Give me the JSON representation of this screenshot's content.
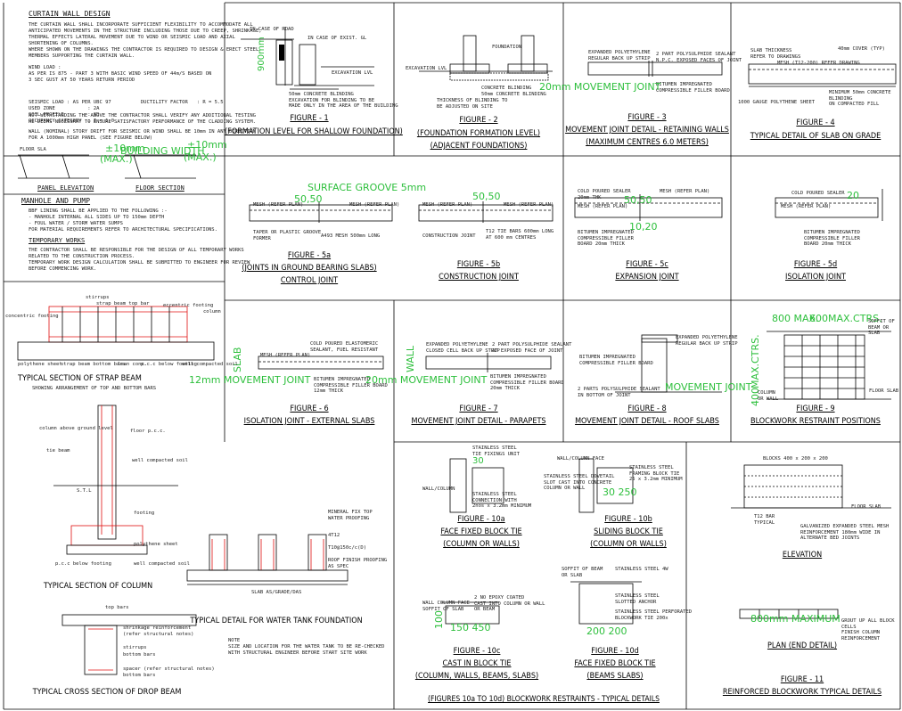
{
  "notes": {
    "heading": "CURTAIN WALL DESIGN",
    "p1": [
      "THE CURTAIN WALL SHALL INCORPORATE SUFFICIENT FLEXIBILITY TO ACCOMMODATE ALL",
      "ANTICIPATED MOVEMENTS IN THE STRUCTURE INCLUDING THOSE DUE TO CREEP, SHRINKAGE,",
      "THERMAL EFFECTS LATERAL MOVEMENT DUE TO WIND OR SEISMIC LOAD AND AXIAL",
      "SHORTENING OF COLUMNS.",
      "WHERE SHOWN ON THE DRAWINGS THE CONTRACTOR IS REQUIRED TO DESIGN & ERECT STEEL",
      "MEMBERS SUPPORTING THE CURTAIN WALL."
    ],
    "p2": [
      "WIND LOAD :",
      "AS PER IS 875 - PART 3 WITH BASIC WIND SPEED OF 44m/S BASED ON",
      "3 SEC GUST AT 50 YEARS RETURN PERIOD"
    ],
    "p3": [
      "SEISMIC LOAD : AS PER UBC 97          DUCTILITY FACTOR   : R = 5.5",
      "USED ZONE           : 2A",
      "SOIL PROFILE        : SD",
      "OCCUPANCY CATEGORY  : I = 1.0"
    ],
    "p4": [
      "NOT WITHSTANDING THE ABOVE THE CONTRACTOR SHALL VERIFY ANY ADDITIONAL TESTING",
      "HE DEEMS NECESSARY TO ENSURE SATISFACTORY PERFORMANCE OF THE CLADDING SYSTEM."
    ],
    "p5": [
      "WALL (NOMINAL) STORY DRIFT FOR SEISMIC OR WIND SHALL BE 10mm IN ANY DIRECTION",
      "FOR A 1000mm HIGH PANEL (SEE FIGURE BELOW)"
    ],
    "panel_elev": "PANEL ELEVATION",
    "floor_sec": "FLOOR SECTION",
    "floor_sla": "FLOOR SLA",
    "green1": "±10mm",
    "green2": "(MAX.)",
    "green3": "BUILDING WIDTH",
    "green4": "±10mm",
    "green5": "(MAX.)",
    "heading2": "MANHOLE AND PUMP",
    "p6": [
      "BBF LINING SHALL BE APPLIED TO THE FOLLOWING :-",
      "- MANHOLE INTERNAL ALL SIDES UP TO 150mm DEPTH",
      "- FOUL WATER / STORM WATER SUMPS",
      "FOR MATERIAL REQUIREMENTS REFER TO ARCHITECTURAL SPECIFICATIONS."
    ],
    "heading3": "TEMPORARY WORKS",
    "p7": [
      "THE CONTRACTOR SHALL BE RESPONSIBLE FOR THE DESIGN OF ALL TEMPORARY WORKS",
      "RELATED TO THE CONSTRUCTION PROCESS.",
      "TEMPORARY WORK DESIGN CALCULATION SHALL BE SUBMITTED TO ENGINEER FOR REVIEW",
      "BEFORE COMMENCING WORK."
    ]
  },
  "figures": {
    "f1": {
      "t1": "FIGURE - 1",
      "t2": "(FORMATION LEVEL FOR SHALLOW FOUNDATION)",
      "labels": [
        "IN CASE OF ROAD",
        "IN CASE OF EXIST. GL",
        "EXCAVATION LVL",
        "50mm CONCRETE BLINDING",
        "EXCAVATION FOR BLINDING TO BE",
        "MADE ONLY IN THE AREA OF THE BUILDING"
      ],
      "green": "900mm"
    },
    "f2": {
      "t1": "FIGURE - 2",
      "t2": "(FOUNDATION FORMATION LEVEL)",
      "t3": "(ADJACENT FOUNDATIONS)",
      "labels": [
        "EXCAVATION LVL",
        "FOUNDATION",
        "CONCRETE BLINDING",
        "50mm CONCRETE BLINDING",
        "THICKNESS OF BLINDING TO",
        "BE ADJUSTED ON SITE"
      ]
    },
    "f3": {
      "t1": "FIGURE - 3",
      "t2": "MOVEMENT JOINT DETAIL - RETAINING WALLS",
      "t3": "(MAXIMUM CENTRES 6.0 METERS)",
      "green": "20mm MOVEMENT JOINT",
      "labels": [
        "EXPANDED POLYETHYLENE",
        "REGULAR BACK UP STRIP",
        "2 PART POLYSULPHIDE SEALANT",
        "N.P.C. EXPOSED FACES OF JOINT",
        "BITUMEN IMPREGNATED",
        "COMPRESSIBLE FILLER BOARD"
      ]
    },
    "f4": {
      "t1": "FIGURE - 4",
      "t2": "TYPICAL DETAIL OF SLAB ON GRADE",
      "labels": [
        "SLAB THICKNESS",
        "REFER TO DRAWINGS",
        "40mm COVER (TYP)",
        "MESH (T12-200) REFER DRAWING",
        "1000 GAUGE POLYTHENE SHEET",
        "MINIMUM 50mm CONCRETE BLINDING",
        "ON COMPACTED FILL"
      ]
    },
    "f5a": {
      "t1": "FIGURE - 5a",
      "t2": "(JOINTS IN GROUND BEARING SLABS)",
      "t3": "CONTROL JOINT",
      "green1": "SURFACE GROOVE 5mm",
      "green2": "50,50",
      "labels": [
        "MESH (REFER PLAN)",
        "MESH (REFER PLAN)",
        "TAPER OR PLASTIC GROOVE",
        "FORMER",
        "A493 MESH 500mm LONG"
      ]
    },
    "f5b": {
      "t1": "FIGURE - 5b",
      "t2": "CONSTRUCTION JOINT",
      "green": "50,50",
      "labels": [
        "MESH (REFER PLAN)",
        "MESH (REFER PLAN)",
        "CONSTRUCTION JOINT",
        "T12 TIE BARS 600mm LONG",
        "AT 600 mm CENTRES"
      ]
    },
    "f5c": {
      "t1": "FIGURE - 5c",
      "t2": "EXPANSION JOINT",
      "green1": "50,50",
      "green2": "10,20",
      "labels": [
        "COLD POURED SEALER",
        "20mm THK",
        "MESH (REFER PLAN)",
        "MESH (REFER PLAN)",
        "BITUMEN IMPREGNATED",
        "COMPRESSIBLE FILLER",
        "BOARD 20mm THICK"
      ]
    },
    "f5d": {
      "t1": "FIGURE - 5d",
      "t2": "ISOLATION JOINT",
      "green": "20",
      "labels": [
        "COLD POURED SEALER",
        "MESH (REFER PLAN)",
        "BITUMEN IMPREGNATED",
        "COMPRESSIBLE FILLER",
        "BOARD 20mm THICK"
      ]
    },
    "f6": {
      "t1": "FIGURE - 6",
      "t2": "ISOLATION JOINT - EXTERNAL SLABS",
      "green1": "12mm MOVEMENT JOINT",
      "green2": "SLAB",
      "labels": [
        "COLD POURED ELASTOMERIC",
        "SEALANT, FUEL RESISTANT",
        "MESH (REFER PLAN)",
        "BITUMEN IMPREGNATED",
        "COMPRESSIBLE FILLER BOARD",
        "12mm THICK"
      ]
    },
    "f7": {
      "t1": "FIGURE - 7",
      "t2": "MOVEMENT JOINT DETAIL - PARAPETS",
      "green1": "20mm MOVEMENT JOINT",
      "green2": "WALL",
      "labels": [
        "EXPANDED POLYETHYLENE",
        "CLOSED CELL BACK UP STRIP",
        "2 PART POLYSULPHIDE SEALANT",
        "AT EXPOSED FACE OF JOINT",
        "BITUMEN IMPREGNATED",
        "COMPRESSIBLE FILLER BOARD",
        "20mm THICK"
      ]
    },
    "f8": {
      "t1": "FIGURE - 8",
      "t2": "MOVEMENT JOINT DETAIL - ROOF SLABS",
      "green": "MOVEMENT JOINT",
      "labels": [
        "EXPANDED POLYETHYLENE",
        "REGULAR BACK UP STRIP",
        "BITUMEN IMPREGNATED",
        "COMPRESSIBLE FILLER BOARD",
        "2 PARTS POLYSULPHIDE SEALANT",
        "IN BOTTOM OF JOINT"
      ]
    },
    "f9": {
      "t1": "FIGURE - 9",
      "t2": "BLOCKWORK RESTRAINT POSITIONS",
      "green1": "800 MAX.",
      "green2": "600MAX.CTRS.",
      "green3": "400",
      "green4": "MAX.CTRS.",
      "labels": [
        "SOFFIT OF",
        "BEAM OR SLAB",
        "FLOOR SLAB",
        "COLUMN",
        "OR WALL"
      ]
    },
    "f10a": {
      "t1": "FIGURE - 10a",
      "t2": "FACE FIXED BLOCK TIE",
      "t3": "(COLUMN OR WALLS)",
      "green": "30",
      "labels": [
        "STAINLESS STEEL",
        "TIE FIXINGS UNIT",
        "WALL/COLUMN",
        "STAINLESS STEEL",
        "CONNECTION WITH",
        "2nos x 3.2mm MINIMUM"
      ]
    },
    "f10b": {
      "t1": "FIGURE - 10b",
      "t2": "SLIDING BLOCK TIE",
      "t3": "(COLUMN OR WALLS)",
      "green": "30 250",
      "labels": [
        "WALL/COLUMN FACE",
        "STAINLESS STEEL",
        "FRAMING BLOCK TIE",
        "25 x 3.2mm MINIMUM",
        "STAINLESS STEEL DOVETAIL",
        "SLOT CAST INTO CONCRETE",
        "COLUMN OR WALL"
      ]
    },
    "f10c": {
      "t1": "FIGURE - 10c",
      "t2": "CAST IN BLOCK TIE",
      "t3": "(COLUMN, WALLS, BEAMS, SLABS)",
      "green1": "100",
      "green2": "150  450",
      "labels": [
        "WALL COLUMN FACE",
        "SOFFIT OF SLAB",
        "2 NO EPOXY COATED",
        "CAST INTO COLUMN OR WALL",
        "OR BEAM"
      ]
    },
    "f10d": {
      "t1": "FIGURE - 10d",
      "t2": "FACE FIXED BLOCK TIE",
      "t3": "(BEAMS SLABS)",
      "green1": "200  200",
      "labels": [
        "SOFFIT OF BEAM",
        "OR SLAB",
        "STAINLESS STEEL 4W",
        "STAINLESS STEEL",
        "SLOTTED ANCHOR",
        "STAINLESS STEEL PERFORATED",
        "BLOCKWORK TIE 200x"
      ]
    },
    "f10_caption": "(FIGURES 10a TO 10d) BLOCKWORK RESTRAINTS - TYPICAL DETAILS",
    "f11": {
      "t1": "FIGURE - 11",
      "t2": "REINFORCED BLOCKWORK TYPICAL DETAILS",
      "elevation": "ELEVATION",
      "plan": "PLAN (END DETAIL)",
      "green": "800mm  MAXIMUM",
      "labels": [
        "BLOCKS 400 x 200 x 200",
        "FLOOR SLAB",
        "T12 BAR",
        "TYPICAL",
        "GALVANIZED EXPANDED STEEL MESH",
        "REINFORCEMENT 180mm WIDE IN",
        "ALTERNATE BED JOINTS",
        "GROUT UP ALL BLOCK CELLS",
        "FINISH COLUMN REINFORCEMENT"
      ]
    }
  },
  "left": {
    "strap_title": "TYPICAL SECTION OF STRAP BEAM",
    "strap_sub": "SHOWING ARRANGEMENT OF TOP AND BOTTOM BARS",
    "strap_labels": [
      "stirrups",
      "strap beam top bar",
      "eccentric footing",
      "column",
      "polythene sheet",
      "strap beam bottom bars",
      "lean conc.",
      "p.c.c below footing",
      "well compacted soil",
      "concentric footing"
    ],
    "col_title": "TYPICAL SECTION OF COLUMN",
    "col_labels": [
      "column above ground level",
      "floor p.c.c.",
      "tie beam",
      "well compacted soil",
      "S.T.L",
      "footing",
      "polythene sheet",
      "well compacted soil",
      "p.c.c below footing"
    ],
    "tank_title": "TYPICAL DETAIL FOR WATER TANK FOUNDATION",
    "tank_labels": [
      "MINERAL FIX TOP",
      "WATER PROOFING",
      "4T12",
      "T10@150c/c(D)",
      "ROOF FINISH PROOFING",
      "AS SPEC",
      "SLAB AS/GRADE/DAS"
    ],
    "tank_note": [
      "NOTE",
      "SIZE AND LOCATION FOR THE WATER TANK TO BE RE-CHECKED",
      "WITH STRUCTURAL ENGINEER BEFORE START SITE WORK"
    ],
    "drop_title": "TYPICAL CROSS SECTION OF DROP BEAM",
    "drop_labels": [
      "top bars",
      "shrinkage reinforcement",
      "(refer structural notes)",
      "stirrups",
      "bottom bars",
      "spacer (refer structural notes)",
      "bottom bars"
    ]
  }
}
